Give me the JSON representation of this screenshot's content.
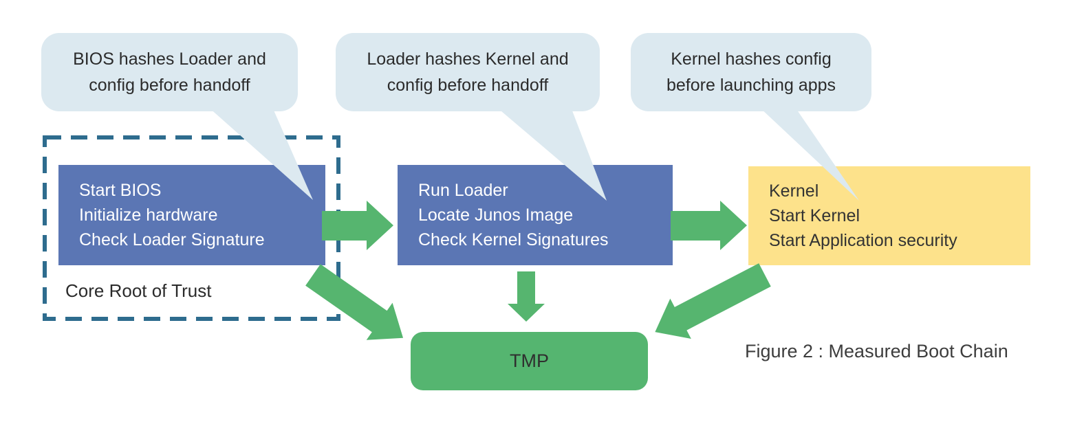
{
  "title": "Measured Boot Chain diagram",
  "colors": {
    "bubble": "#dce9f0",
    "box_blue": "#5b76b4",
    "box_yellow": "#fde28b",
    "dashed_border": "#2e6c8e",
    "green": "#56b56f",
    "text_dark": "#2b2b2b",
    "text_light": "#ffffff"
  },
  "bubbles": [
    {
      "lines": [
        "BIOS hashes Loader and",
        "config before handoff"
      ]
    },
    {
      "lines": [
        "Loader hashes Kernel and",
        "config before handoff"
      ]
    },
    {
      "lines": [
        "Kernel hashes config",
        "before launching apps"
      ]
    }
  ],
  "boxes": [
    {
      "lines": [
        "Start BIOS",
        "Initialize hardware",
        "Check Loader Signature"
      ]
    },
    {
      "lines": [
        "Run Loader",
        "Locate Junos Image",
        "Check Kernel Signatures"
      ]
    },
    {
      "lines": [
        "Kernel",
        "Start Kernel",
        "Start Application security"
      ]
    }
  ],
  "core_root": {
    "label": "Core Root of Trust"
  },
  "tmp": {
    "label": "TMP"
  },
  "caption": {
    "text": "Figure 2 : Measured Boot Chain"
  }
}
